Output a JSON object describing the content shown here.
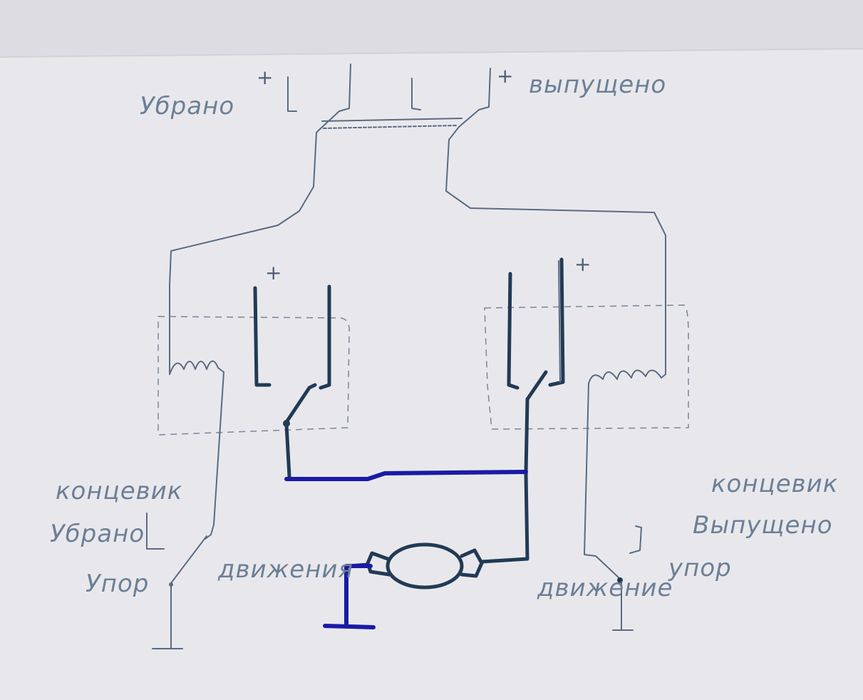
{
  "labels": {
    "top_left": "Убрано",
    "top_right": "выпущено",
    "plus": "+",
    "limit_left_line1": "концевик",
    "limit_left_line2": "Убрано",
    "limit_left_line3": "Упор",
    "motion_left": "движения",
    "limit_right_line1": "концевик",
    "limit_right_line2": "Выпущено",
    "limit_right_line3": "упор",
    "motion_right": "движение"
  },
  "colors": {
    "paper": "#e6e6ea",
    "pencil": "#5a6b82",
    "ink": "#223a55",
    "marker": "#1a1aa6"
  }
}
